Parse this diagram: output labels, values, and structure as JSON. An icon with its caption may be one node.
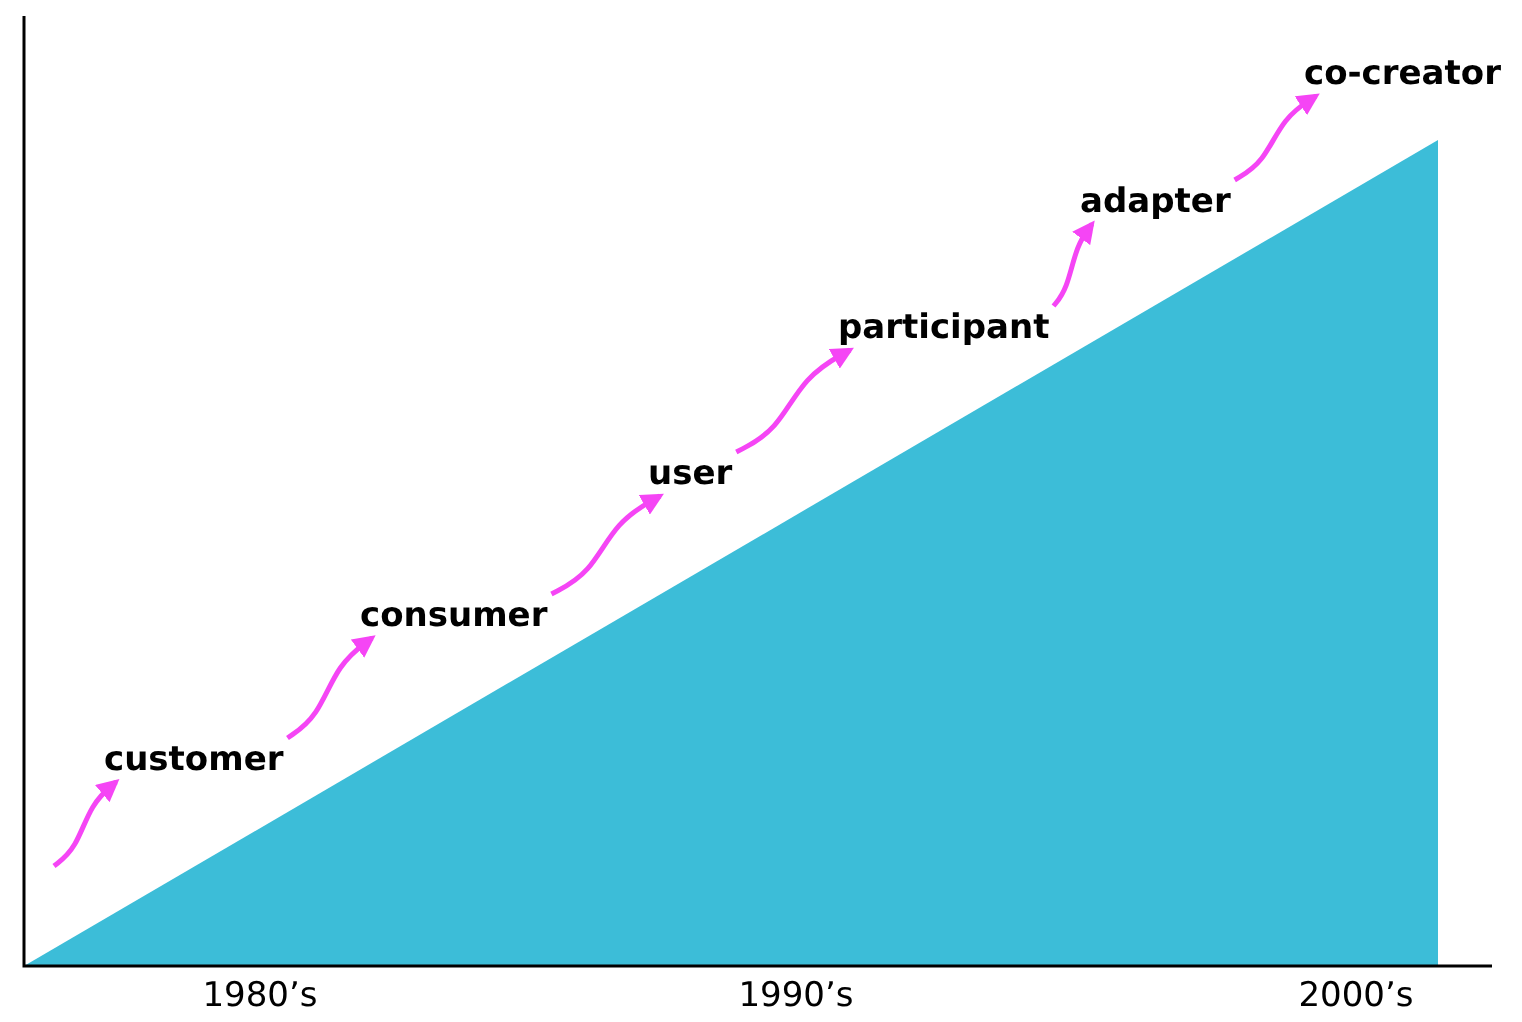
{
  "diagram": {
    "nodes": [
      {
        "text": [
          "customer"
        ]
      },
      {
        "text": [
          "consumer"
        ]
      },
      {
        "text": [
          "user"
        ]
      },
      {
        "text": [
          "participant"
        ]
      },
      {
        "text": [
          "adapter"
        ]
      },
      {
        "text": [
          "co-creator"
        ]
      }
    ],
    "edges": [
      {
        "from": null,
        "to": 0,
        "arrow": "to"
      },
      {
        "from": 0,
        "to": 1,
        "arrow": "to"
      },
      {
        "from": 1,
        "to": 2,
        "arrow": "to"
      },
      {
        "from": 2,
        "to": 3,
        "arrow": "to"
      },
      {
        "from": 3,
        "to": 4,
        "arrow": "to"
      },
      {
        "from": 4,
        "to": 5,
        "arrow": "to"
      }
    ],
    "labels": [
      "1980’s",
      "1990’s",
      "2000’s"
    ]
  }
}
